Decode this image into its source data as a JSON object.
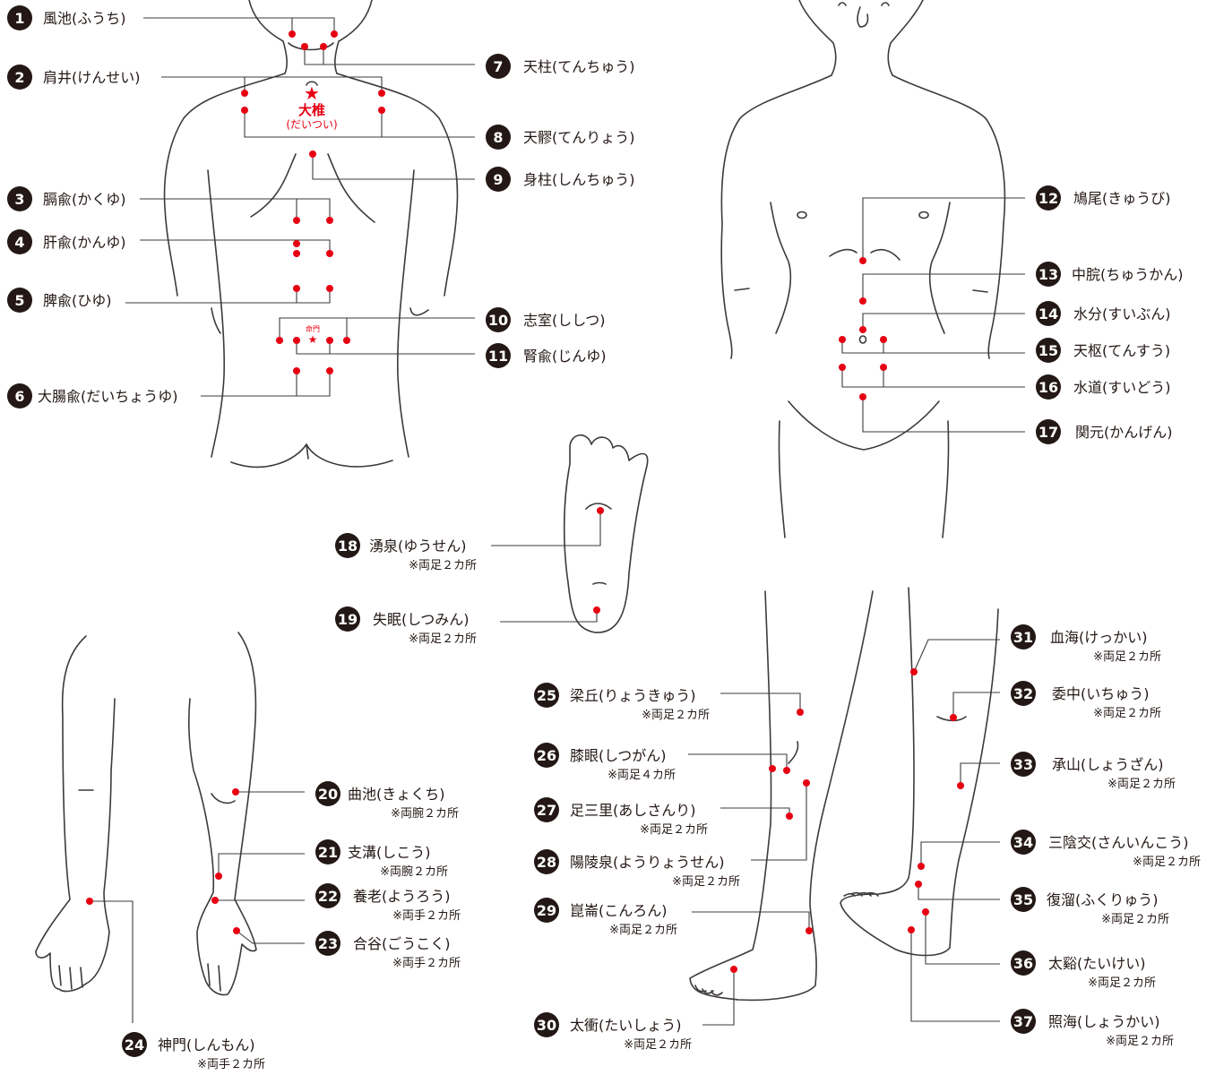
{
  "colors": {
    "point": "#e60012",
    "line": "#3e3a39",
    "badge": "#231815",
    "text": "#231815"
  },
  "special": {
    "taitsui_name": "大椎",
    "taitsui_reading": "(だいつい)",
    "meimon": "命門"
  },
  "points": [
    {
      "n": "1",
      "name": "風池(ふうち)",
      "note": ""
    },
    {
      "n": "2",
      "name": "肩井(けんせい)",
      "note": ""
    },
    {
      "n": "3",
      "name": "膈兪(かくゆ)",
      "note": ""
    },
    {
      "n": "4",
      "name": "肝兪(かんゆ)",
      "note": ""
    },
    {
      "n": "5",
      "name": "脾兪(ひゆ)",
      "note": ""
    },
    {
      "n": "6",
      "name": "大腸兪(だいちょうゆ)",
      "note": ""
    },
    {
      "n": "7",
      "name": "天柱(てんちゅう)",
      "note": ""
    },
    {
      "n": "8",
      "name": "天髎(てんりょう)",
      "note": ""
    },
    {
      "n": "9",
      "name": "身柱(しんちゅう)",
      "note": ""
    },
    {
      "n": "10",
      "name": "志室(ししつ)",
      "note": ""
    },
    {
      "n": "11",
      "name": "腎兪(じんゆ)",
      "note": ""
    },
    {
      "n": "12",
      "name": "鳩尾(きゅうび)",
      "note": ""
    },
    {
      "n": "13",
      "name": "中脘(ちゅうかん)",
      "note": ""
    },
    {
      "n": "14",
      "name": "水分(すいぶん)",
      "note": ""
    },
    {
      "n": "15",
      "name": "天枢(てんすう)",
      "note": ""
    },
    {
      "n": "16",
      "name": "水道(すいどう)",
      "note": ""
    },
    {
      "n": "17",
      "name": "関元(かんげん)",
      "note": ""
    },
    {
      "n": "18",
      "name": "湧泉(ゆうせん)",
      "note": "※両足２カ所"
    },
    {
      "n": "19",
      "name": "失眠(しつみん)",
      "note": "※両足２カ所"
    },
    {
      "n": "20",
      "name": "曲池(きょくち)",
      "note": "※両腕２カ所"
    },
    {
      "n": "21",
      "name": "支溝(しこう)",
      "note": "※両腕２カ所"
    },
    {
      "n": "22",
      "name": "養老(ようろう)",
      "note": "※両手２カ所"
    },
    {
      "n": "23",
      "name": "合谷(ごうこく)",
      "note": "※両手２カ所"
    },
    {
      "n": "24",
      "name": "神門(しんもん)",
      "note": "※両手２カ所"
    },
    {
      "n": "25",
      "name": "梁丘(りょうきゅう)",
      "note": "※両足２カ所"
    },
    {
      "n": "26",
      "name": "膝眼(しつがん)",
      "note": "※両足４カ所"
    },
    {
      "n": "27",
      "name": "足三里(あしさんり)",
      "note": "※両足２カ所"
    },
    {
      "n": "28",
      "name": "陽陵泉(ようりょうせん)",
      "note": "※両足２カ所"
    },
    {
      "n": "29",
      "name": "崑崙(こんろん)",
      "note": "※両足２カ所"
    },
    {
      "n": "30",
      "name": "太衝(たいしょう)",
      "note": "※両足２カ所"
    },
    {
      "n": "31",
      "name": "血海(けっかい)",
      "note": "※両足２カ所"
    },
    {
      "n": "32",
      "name": "委中(いちゅう)",
      "note": "※両足２カ所"
    },
    {
      "n": "33",
      "name": "承山(しょうざん)",
      "note": "※両足２カ所"
    },
    {
      "n": "34",
      "name": "三陰交(さんいんこう)",
      "note": "※両足２カ所"
    },
    {
      "n": "35",
      "name": "復溜(ふくりゅう)",
      "note": "※両足２カ所"
    },
    {
      "n": "36",
      "name": "太谿(たいけい)",
      "note": "※両足２カ所"
    },
    {
      "n": "37",
      "name": "照海(しょうかい)",
      "note": "※両足２カ所"
    }
  ]
}
